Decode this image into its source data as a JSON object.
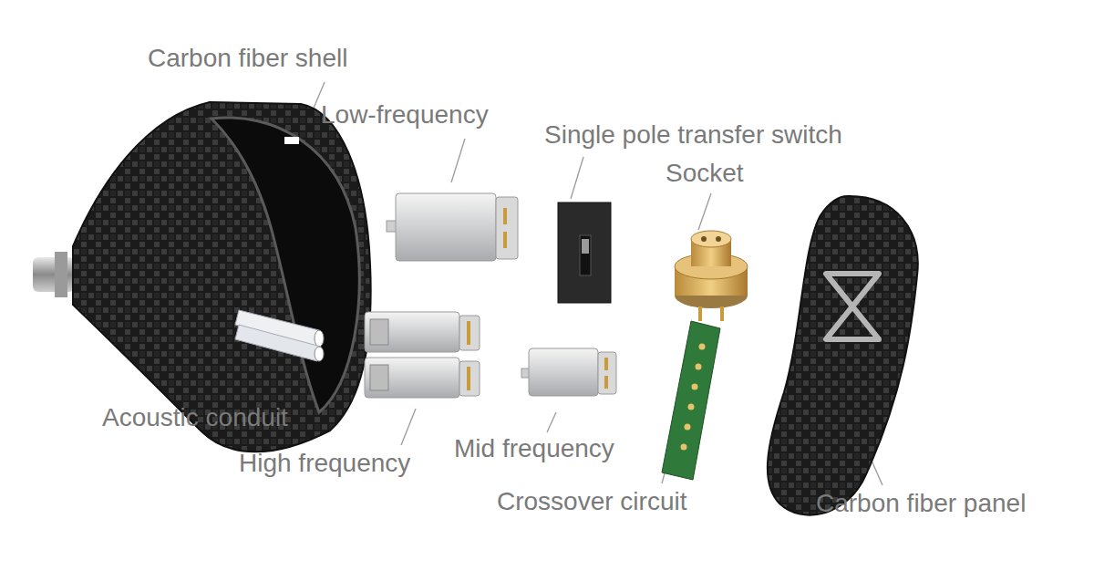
{
  "diagram": {
    "labels": [
      "Carbon fiber shell",
      "Low-frequency",
      "Single pole transfer switch",
      "Socket",
      "Acoustic conduit",
      "High frequency",
      "Mid frequency",
      "Crossover circuit",
      "Carbon fiber panel"
    ]
  }
}
